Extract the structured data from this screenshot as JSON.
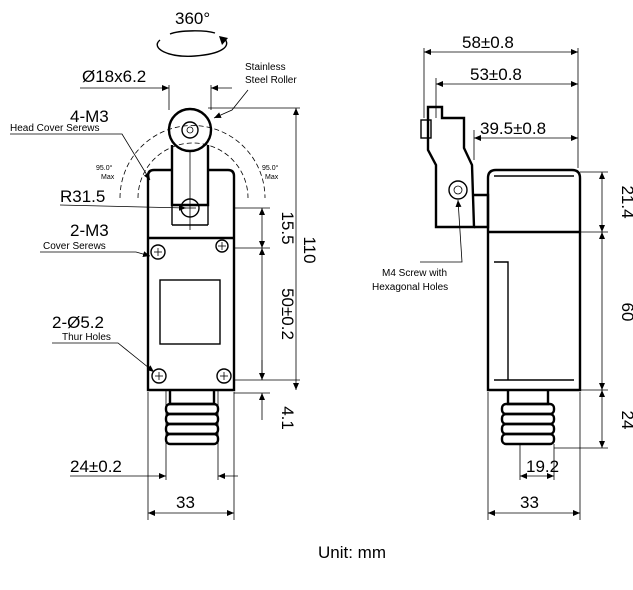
{
  "labels": {
    "rotation": "360°",
    "roller_l1": "Stainless",
    "roller_l2": "Steel Roller",
    "roller_dim": "Ø18x6.2",
    "head_screw": "4-M3",
    "head_screw_sub": "Head Cover Serews",
    "max_left_deg": "95.0°",
    "max_left": "Max",
    "max_right_deg": "95.0°",
    "max_right": "Max",
    "radius": "R31.5",
    "cover_screw": "2-M3",
    "cover_screw_sub": "Cover Serews",
    "hole": "2-Ø5.2",
    "hole_sub": "Thur Holes",
    "m4_l1": "M4 Screw with",
    "m4_l2": "Hexagonal Holes",
    "unit": "Unit: mm"
  },
  "dims": {
    "d15_5": "15.5",
    "d50": "50±0.2",
    "d110": "110",
    "d4_1": "4.1",
    "d24_front": "24±0.2",
    "d33_front": "33",
    "d58": "58±0.8",
    "d53": "53±0.8",
    "d39_5": "39.5±0.8",
    "d21_4": "21.4",
    "d60": "60",
    "d24_side": "24",
    "d19_2": "19.2",
    "d33_side": "33"
  }
}
